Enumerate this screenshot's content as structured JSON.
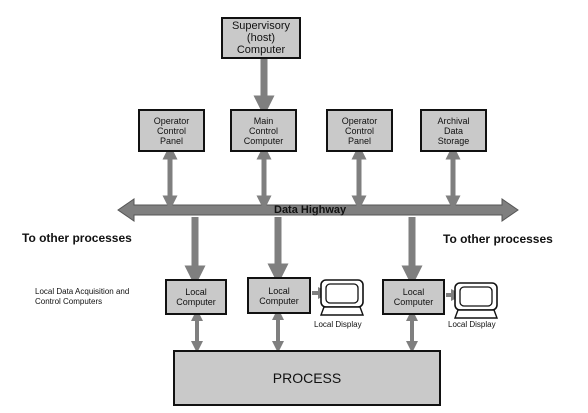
{
  "colors": {
    "box_fill": "#c9c9c9",
    "arrow": "#7f7f7f",
    "outline": "#111111"
  },
  "nodes": {
    "supervisory": "Supervisory\n(host)\nComputer",
    "operator_left": "Operator\nControl\nPanel",
    "main_control": "Main\nControl\nComputer",
    "operator_right": "Operator\nControl\nPanel",
    "archival": "Archival\nData\nStorage",
    "local_1": "Local\nComputer",
    "local_2": "Local\nComputer",
    "local_3": "Local\nComputer",
    "process": "PROCESS"
  },
  "labels": {
    "data_highway": "Data Highway",
    "other_left": "To other processes",
    "other_right": "To other processes",
    "local_daq": "Local Data Acquisition and\nControl Computers",
    "display_1": "Local Display",
    "display_2": "Local Display"
  },
  "icons": [
    "monitor-icon",
    "monitor-icon"
  ]
}
